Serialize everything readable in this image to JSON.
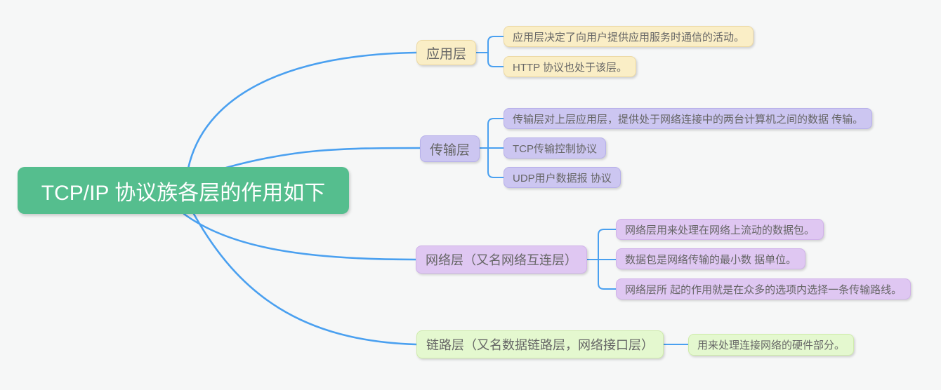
{
  "palette": {
    "canvas-bg": "#f6f7f7",
    "line-blue": "#4aa0f0",
    "root-bg": "#55be8e",
    "root-text": "#ffffff",
    "node-text": "#666666",
    "yellow-bg": "#faeec6",
    "yellow-border": "#ecd9a4",
    "purple-bg": "#ccc6f1",
    "purple-border": "#b7b0ea",
    "violet-bg": "#dfc7f2",
    "violet-border": "#d0b2e9",
    "green-bg": "#e4f8cf",
    "green-border": "#cfecab"
  },
  "root": {
    "label": "TCP/IP 协议族各层的作用如下"
  },
  "branches": [
    {
      "label": "应用层",
      "color": "yellow",
      "children": [
        "应用层决定了向用户提供应用服务时通信的活动。",
        "HTTP 协议也处于该层。"
      ]
    },
    {
      "label": "传输层",
      "color": "purple",
      "children": [
        "传输层对上层应用层，提供处于网络连接中的两台计算机之间的数据 传输。",
        "TCP传输控制协议",
        "UDP用户数据报 协议"
      ]
    },
    {
      "label": "网络层（又名网络互连层）",
      "color": "violet",
      "children": [
        "网络层用来处理在网络上流动的数据包。",
        "数据包是网络传输的最小数 据单位。",
        "网络层所 起的作用就是在众多的选项内选择一条传输路线。"
      ]
    },
    {
      "label": "链路层（又名数据链路层，网络接口层）",
      "color": "green",
      "children": [
        "用来处理连接网络的硬件部分。"
      ]
    }
  ]
}
